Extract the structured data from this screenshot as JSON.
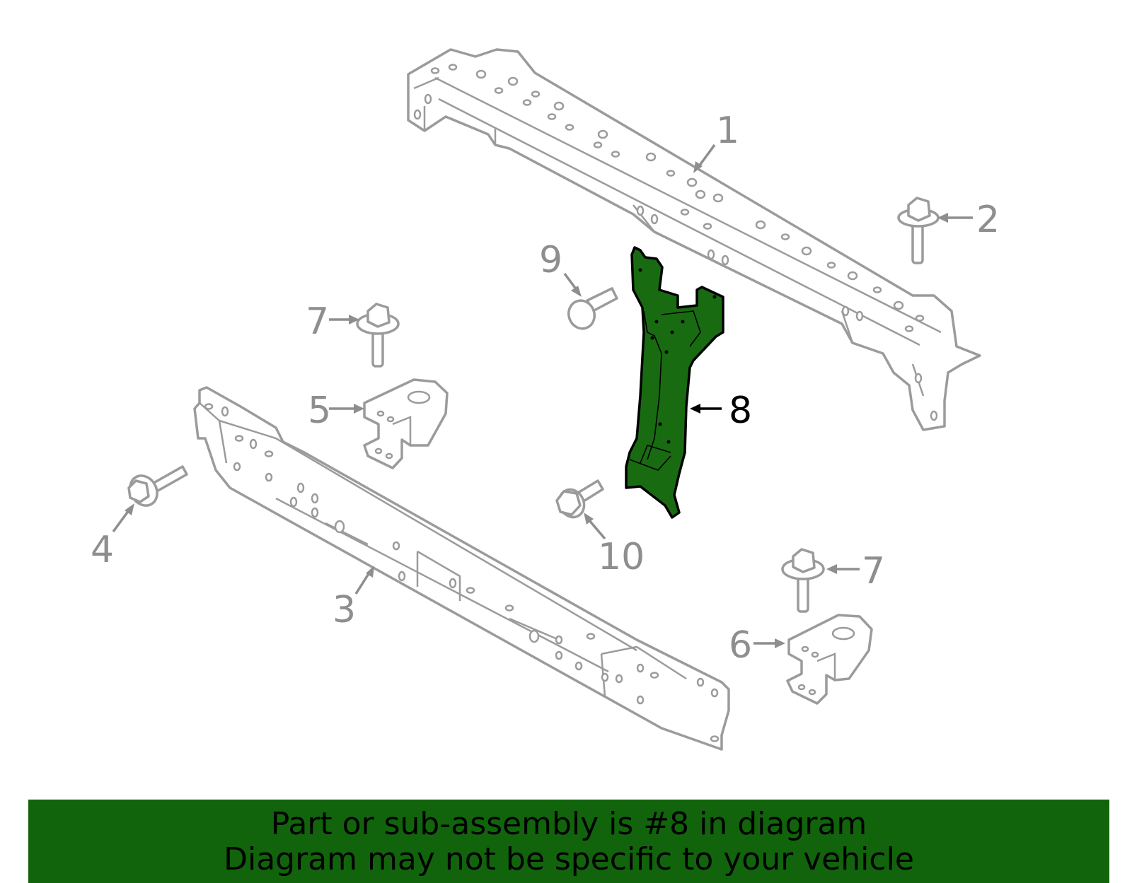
{
  "callouts": {
    "c1": "1",
    "c2": "2",
    "c3": "3",
    "c4": "4",
    "c5": "5",
    "c6": "6",
    "c7a": "7",
    "c7b": "7",
    "c8": "8",
    "c9": "9",
    "c10": "10"
  },
  "highlighted_part": "8",
  "colors": {
    "highlight_fill": "#196b12",
    "outline_gray": "#9b9b9b",
    "banner_bg": "#11640c"
  },
  "banner": {
    "line1": "Part or sub-assembly is #8 in diagram",
    "line2": "Diagram may not be specific to your vehicle"
  }
}
